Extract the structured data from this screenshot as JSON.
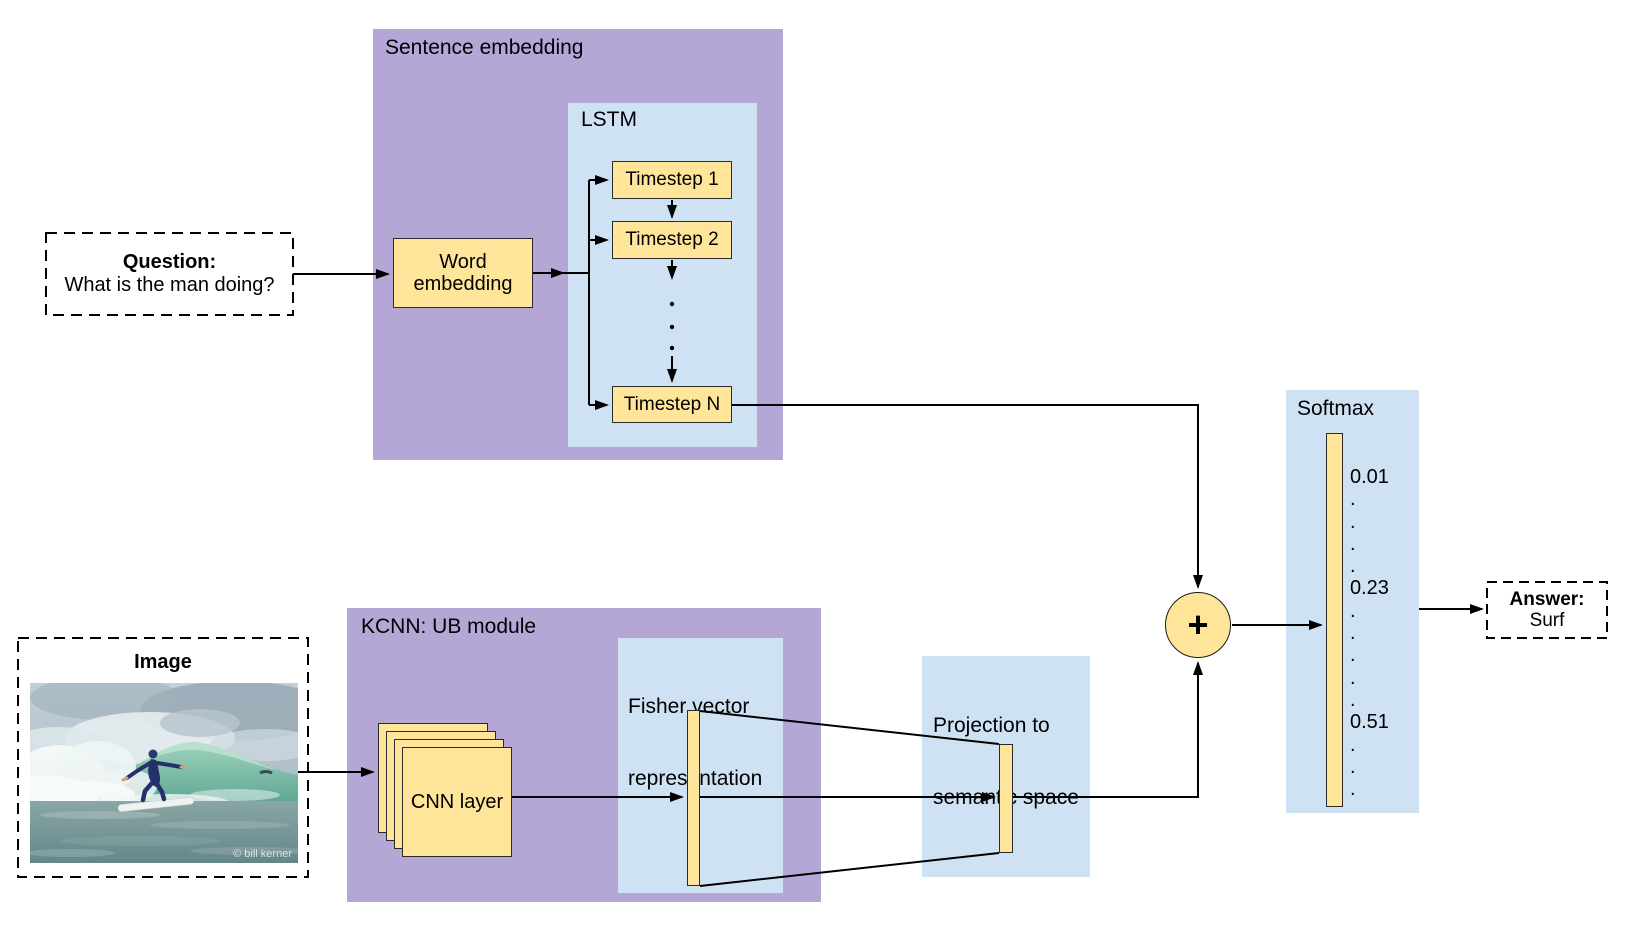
{
  "colors": {
    "purple": "#b4a7d6",
    "blue": "#cfe2f3",
    "yellow": "#ffe599"
  },
  "question": {
    "title": "Question:",
    "text": "What is the man doing?"
  },
  "sentence_embedding": {
    "label": "Sentence embedding"
  },
  "word_embedding": {
    "label": "Word embedding"
  },
  "lstm": {
    "label": "LSTM",
    "timestep1": "Timestep 1",
    "timestep2": "Timestep 2",
    "timestepN": "Timestep N"
  },
  "image": {
    "title": "Image",
    "watermark": "© bill kerner"
  },
  "kcnn": {
    "label": "KCNN: UB module",
    "cnn": "CNN layer"
  },
  "fisher": {
    "line1": "Fisher vector",
    "line2": "representation"
  },
  "projection": {
    "line1": "Projection to",
    "line2": "semantic space"
  },
  "sum": {
    "symbol": "+"
  },
  "softmax": {
    "label": "Softmax",
    "column": [
      "0.01",
      ".",
      ".",
      ".",
      ".",
      "0.23",
      ".",
      ".",
      ".",
      ".",
      ".",
      "0.51",
      ".",
      ".",
      "."
    ]
  },
  "answer": {
    "title": "Answer:",
    "text": "Surf"
  }
}
